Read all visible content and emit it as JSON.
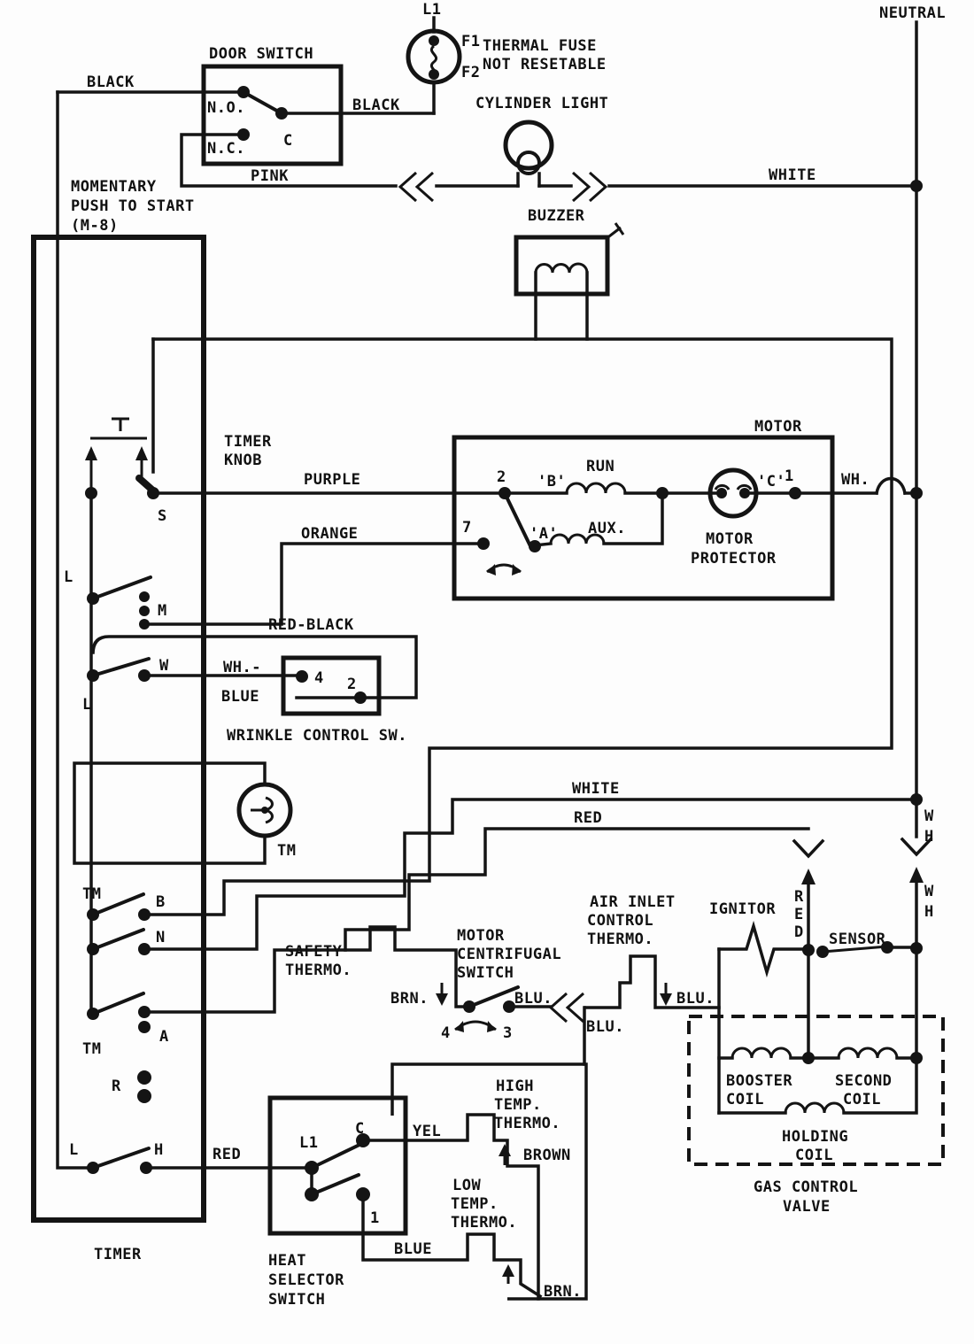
{
  "power": {
    "l1": "L1",
    "neutral": "NEUTRAL"
  },
  "thermal_fuse": {
    "line1": "THERMAL FUSE",
    "line2": "NOT RESETABLE",
    "f1": "F1",
    "f2": "F2"
  },
  "door_switch": {
    "title": "DOOR SWITCH",
    "no": "N.O.",
    "nc": "N.C.",
    "c": "C"
  },
  "start_switch": {
    "line1": "MOMENTARY",
    "line2": "PUSH TO START",
    "line3": "(M-8)"
  },
  "cylinder_light": {
    "title": "CYLINDER LIGHT"
  },
  "buzzer": {
    "title": "BUZZER"
  },
  "timer": {
    "title": "TIMER",
    "knob1": "TIMER",
    "knob2": "KNOB",
    "s": "S",
    "l_upper": "L",
    "m": "M",
    "w": "W",
    "l_mid": "L",
    "tm_b": "TM",
    "b": "B",
    "n": "N",
    "tm_a": "TM",
    "a": "A",
    "r": "R",
    "l_low": "L",
    "h": "H",
    "tm_motor": "TM"
  },
  "motor": {
    "title": "MOTOR",
    "t2": "2",
    "t7": "7",
    "b": "'B'",
    "a": "'A'",
    "run": "RUN",
    "aux": "AUX.",
    "c": "'C'",
    "t1": "1",
    "wh": "WH.",
    "prot1": "MOTOR",
    "prot2": "PROTECTOR"
  },
  "wrinkle": {
    "t4": "4",
    "t2": "2",
    "title": "WRINKLE CONTROL SW."
  },
  "safety_thermo": {
    "line1": "SAFETY",
    "line2": "THERMO."
  },
  "centrifugal": {
    "line1": "MOTOR",
    "line2": "CENTRIFUGAL",
    "line3": "SWITCH",
    "t4": "4",
    "t3": "3"
  },
  "air_inlet": {
    "line1": "AIR INLET",
    "line2": "CONTROL",
    "line3": "THERMO."
  },
  "ignitor": {
    "title": "IGNITOR"
  },
  "sensor": {
    "title": "SENSOR"
  },
  "gas_valve": {
    "booster1": "BOOSTER",
    "booster2": "COIL",
    "second1": "SECOND",
    "second2": "COIL",
    "holding1": "HOLDING",
    "holding2": "COIL",
    "title1": "GAS CONTROL",
    "title2": "VALVE"
  },
  "heat_selector": {
    "title1": "HEAT",
    "title2": "SELECTOR",
    "title3": "SWITCH",
    "l1": "L1",
    "c": "C",
    "t1": "1"
  },
  "high_thermo": {
    "line1": "HIGH",
    "line2": "TEMP.",
    "line3": "THERMO."
  },
  "low_thermo": {
    "line1": "LOW",
    "line2": "TEMP.",
    "line3": "THERMO."
  },
  "wire_labels": {
    "black_left": "BLACK",
    "black_right": "BLACK",
    "pink": "PINK",
    "white_top": "WHITE",
    "purple": "PURPLE",
    "orange": "ORANGE",
    "red_black": "RED-BLACK",
    "wh_blue1": "WH.-",
    "wh_blue2": "BLUE",
    "white_mid": "WHITE",
    "red_mid": "RED",
    "red_bottom": "RED",
    "yel": "YEL",
    "brown": "BROWN",
    "blue": "BLUE",
    "brn_mid": "BRN.",
    "brn_bottom": "BRN.",
    "blu_1": "BLU.",
    "blu_2": "BLU.",
    "blu_3": "BLU.",
    "red_v1": "R",
    "red_v2": "E",
    "red_v3": "D",
    "wh_u1": "W",
    "wh_u2": "H",
    "wh_l1": "W",
    "wh_l2": "H"
  }
}
